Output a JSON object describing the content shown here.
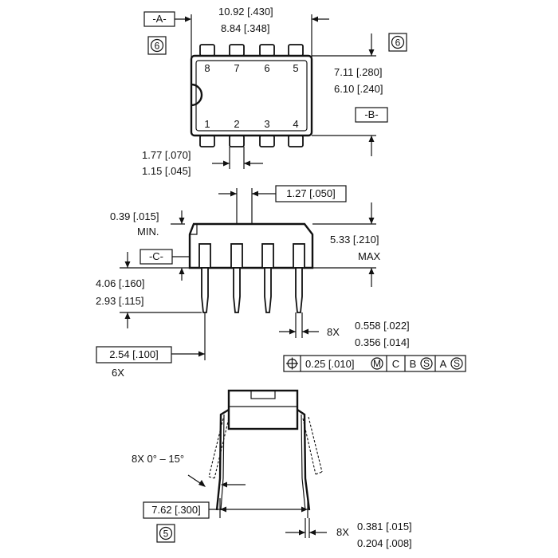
{
  "top_view": {
    "datum_a": "-A-",
    "datum_b": "-B-",
    "note_left": "6",
    "note_right": "6",
    "width_max": "10.92 [.430]",
    "width_min": "8.84 [.348]",
    "height_max": "7.11 [.280]",
    "height_min": "6.10 [.240]",
    "pitch_max": "1.77 [.070]",
    "pitch_min": "1.15 [.045]",
    "pins_top": [
      "8",
      "7",
      "6",
      "5"
    ],
    "pins_bottom": [
      "1",
      "2",
      "3",
      "4"
    ]
  },
  "side_view": {
    "pin_pitch": "1.27 [.050]",
    "standoff": "0.39 [.015]",
    "standoff_note": "MIN.",
    "datum_c": "-C-",
    "body_height": "5.33 [.210]",
    "body_height_note": "MAX",
    "lead_len_max": "4.06 [.160]",
    "lead_len_min": "2.93 [.115]",
    "lead_width_count": "8X",
    "lead_width_max": "0.558 [.022]",
    "lead_width_min": "0.356 [.014]",
    "row_pitch": "2.54 [.100]",
    "row_pitch_count": "6X"
  },
  "tolerance_frame": {
    "symbol": "position-icon",
    "value": "0.25 [.010]",
    "modifier": "M",
    "datum1": "C",
    "datum2": "B",
    "datum2_mod": "S",
    "datum3": "A",
    "datum3_mod": "S"
  },
  "end_view": {
    "angle_label": "8X 0° – 15°",
    "row_spacing": "7.62 [.300]",
    "note": "5",
    "thickness_count": "8X",
    "thickness_max": "0.381 [.015]",
    "thickness_min": "0.204 [.008]"
  }
}
